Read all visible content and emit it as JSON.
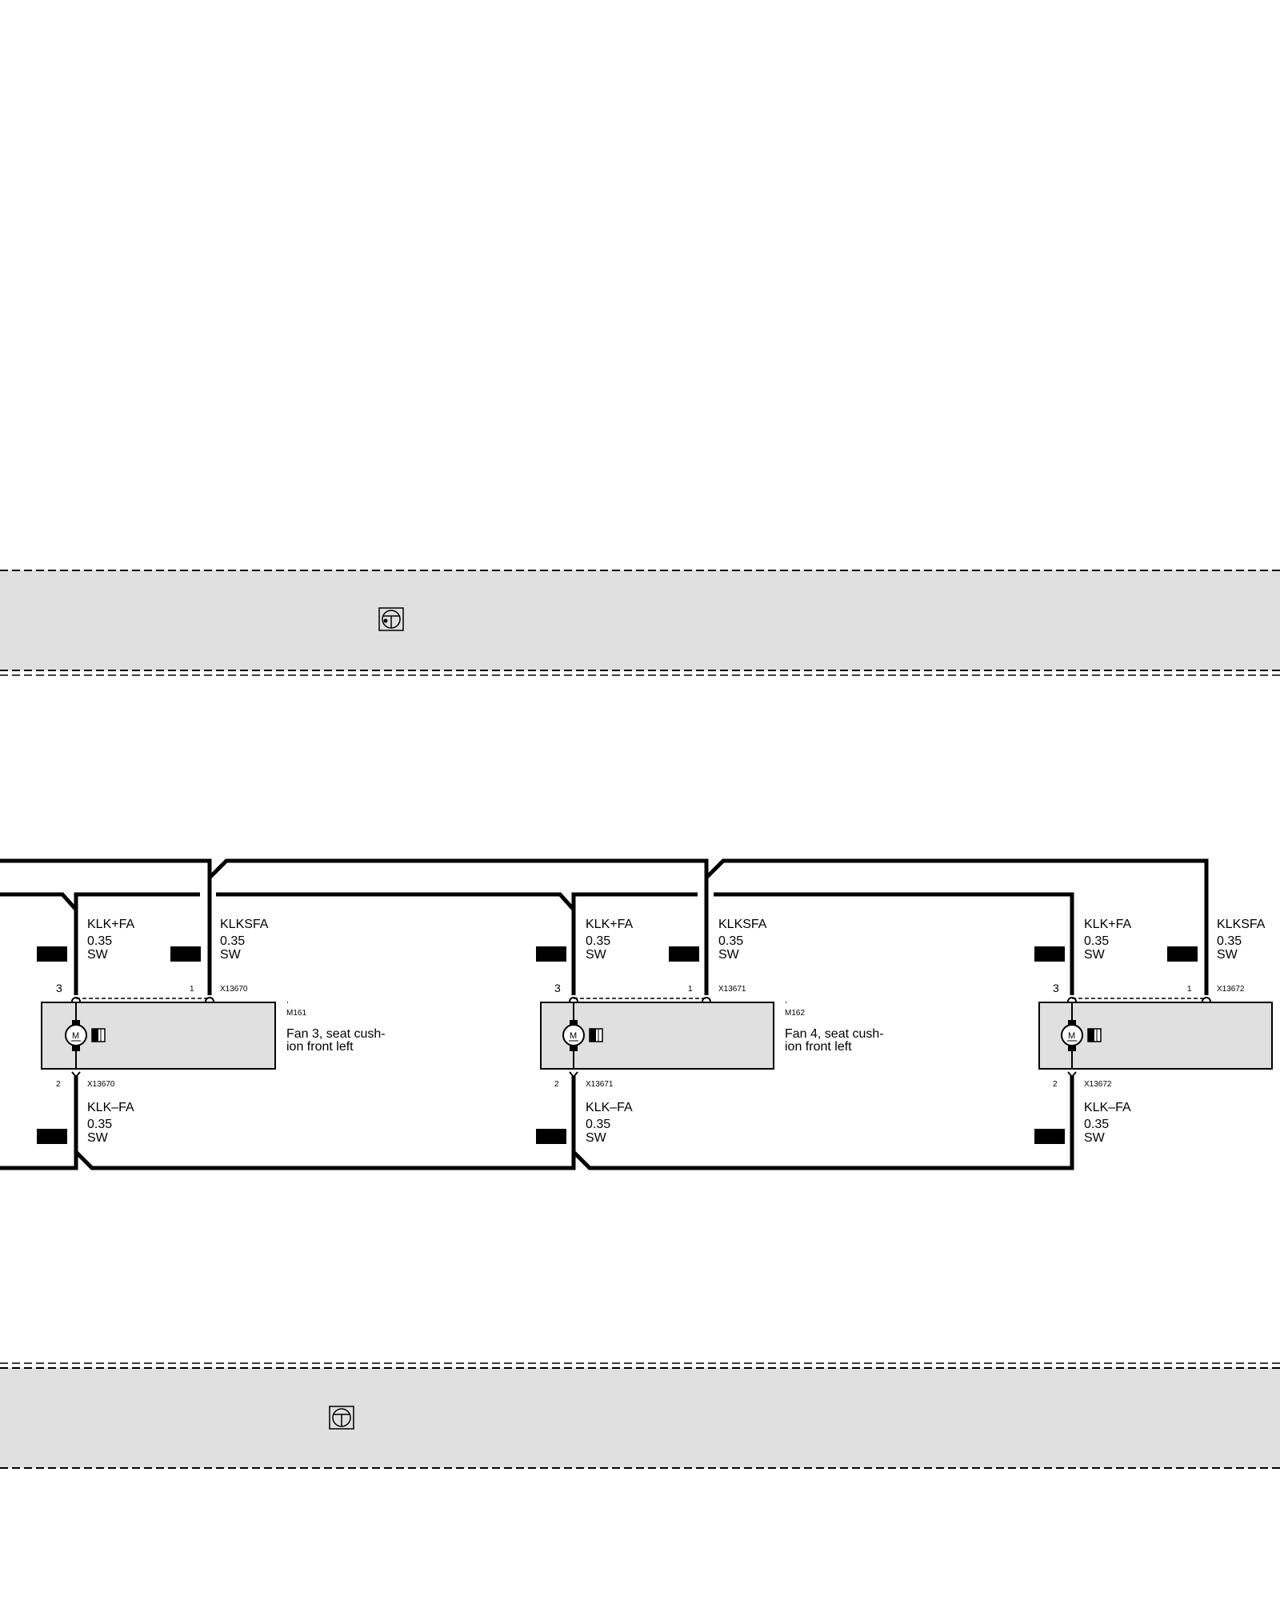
{
  "colors": {
    "band": "#e0e0e0",
    "box": "#e0e0e0",
    "line": "#000000",
    "background": "#ffffff"
  },
  "band_icons": [
    "seat-heating-icon",
    "seat-icon"
  ],
  "fans": [
    {
      "id": "M161",
      "comma": ",",
      "name_line1": "Fan 3, seat cush-",
      "name_line2": "ion front left",
      "plus_wire": {
        "signal": "KLK+FA",
        "cross_section": "0.35",
        "color": "SW"
      },
      "sense_wire": {
        "signal": "KLKSFA",
        "cross_section": "0.35",
        "color": "SW"
      },
      "minus_wire": {
        "signal": "KLK–FA",
        "cross_section": "0.35",
        "color": "SW"
      },
      "pin_plus": "3",
      "pin_sense": "1",
      "pin_minus": "2",
      "connector_top": "X13670",
      "connector_bottom": "X13670",
      "motor_label": "M"
    },
    {
      "id": "M162",
      "comma": ",",
      "name_line1": "Fan 4, seat cush-",
      "name_line2": "ion front left",
      "plus_wire": {
        "signal": "KLK+FA",
        "cross_section": "0.35",
        "color": "SW"
      },
      "sense_wire": {
        "signal": "KLKSFA",
        "cross_section": "0.35",
        "color": "SW"
      },
      "minus_wire": {
        "signal": "KLK–FA",
        "cross_section": "0.35",
        "color": "SW"
      },
      "pin_plus": "3",
      "pin_sense": "1",
      "pin_minus": "2",
      "connector_top": "X13671",
      "connector_bottom": "X13671",
      "motor_label": "M"
    },
    {
      "id": "",
      "comma": "",
      "name_line1": "",
      "name_line2": "",
      "plus_wire": {
        "signal": "KLK+FA",
        "cross_section": "0.35",
        "color": "SW"
      },
      "sense_wire": {
        "signal": "KLKSFA",
        "cross_section": "0.35",
        "color": "SW"
      },
      "minus_wire": {
        "signal": "KLK–FA",
        "cross_section": "0.35",
        "color": "SW"
      },
      "pin_plus": "3",
      "pin_sense": "1",
      "pin_minus": "2",
      "connector_top": "X13672",
      "connector_bottom": "X13672",
      "motor_label": "M"
    }
  ]
}
